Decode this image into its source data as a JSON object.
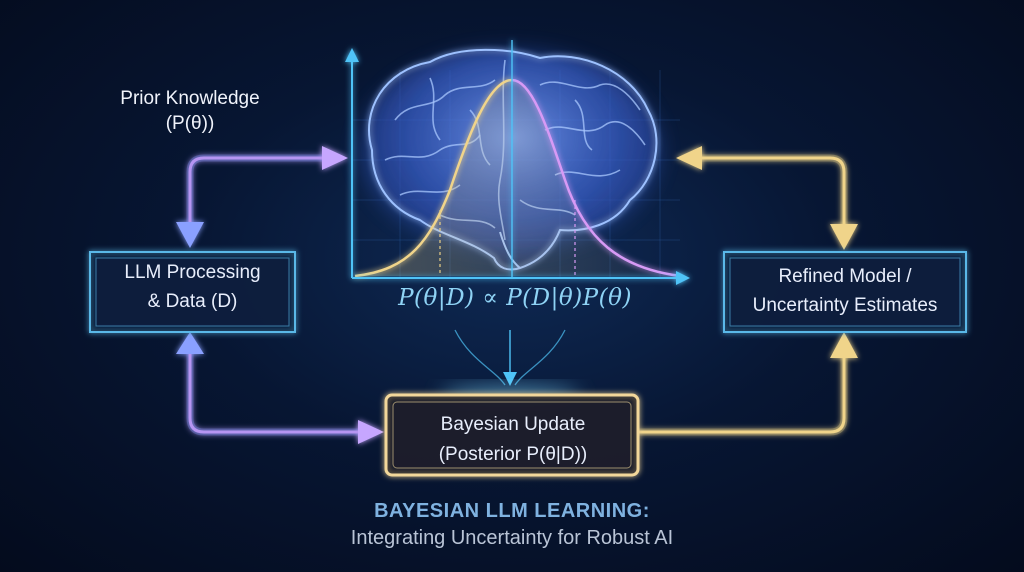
{
  "prior": {
    "line1": "Prior Knowledge",
    "line2": "(P(θ))"
  },
  "llm_box": {
    "line1": "LLM Processing",
    "line2": "& Data (D)"
  },
  "refined_box": {
    "line1": "Refined Model /",
    "line2": "Uncertainty Estimates"
  },
  "bayes_box": {
    "line1": "Bayesian Update",
    "line2": "(Posterior P(θ|D))"
  },
  "formula": "P(θ|D) ∝ P(D|θ)P(θ)",
  "footer": {
    "title": "BAYESIAN LLM LEARNING:",
    "subtitle": "Integrating Uncertainty for Robust AI"
  },
  "colors": {
    "background": "#071633",
    "purple_arrow": "#b695f2",
    "gold_arrow": "#e9cf86",
    "cyan_line": "#4fc3f7",
    "box_border": "#5ab8e8",
    "bayes_border": "#f2d79a"
  }
}
